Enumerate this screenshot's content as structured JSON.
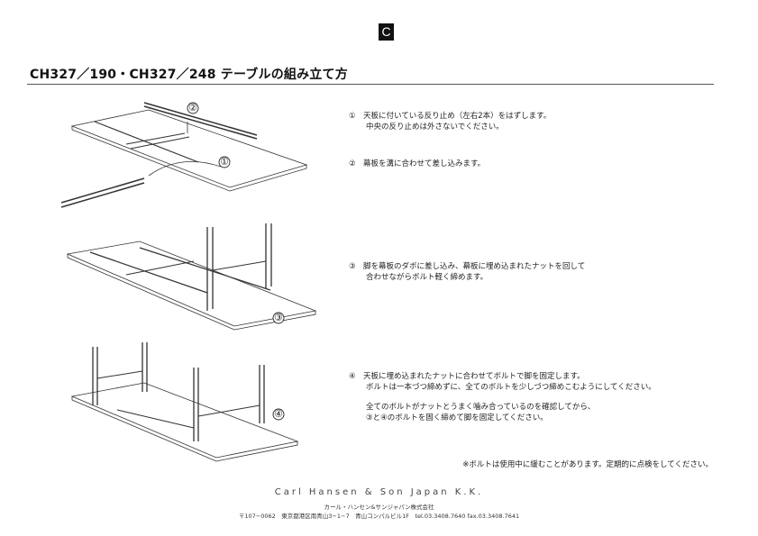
{
  "logo": {
    "letter": "C"
  },
  "title": "CH327／190・CH327／248  テーブルの組み立て方",
  "steps": [
    {
      "number": "①",
      "lines": [
        "天板に付いている反り止め（左右2本）をはずします。",
        "中央の反り止めは外さないでください。"
      ]
    },
    {
      "number": "②",
      "lines": [
        "幕板を溝に合わせて差し込みます。"
      ]
    },
    {
      "number": "③",
      "lines": [
        "脚を幕板のダボに差し込み、幕板に埋め込まれたナットを回して",
        "合わせながらボルト軽く締めます。"
      ]
    },
    {
      "number": "④",
      "lines": [
        "天板に埋め込まれたナットに合わせてボルトで脚を固定します。",
        "ボルトは一本づつ締めずに、全てのボルトを少しづつ締めこむようにしてください。"
      ],
      "extra_lines": [
        "全てのボルトがナットとうまく噛み合っているのを確認してから、",
        "③と④のボルトを固く締めて脚を固定してください。"
      ]
    }
  ],
  "diagram_labels": {
    "step1": "①",
    "step2": "②",
    "step3": "③",
    "step4": "④"
  },
  "note": "※ボルトは使用中に緩むことがあります。定期的に点検をしてください。",
  "footer": {
    "company": "Carl Hansen & Son Japan K.K.",
    "company_jp": "カール・ハンセン&サンジャパン株式会社",
    "address": "〒107−0062　東京都港区南青山3−1−7　青山コンパルビル1F　tel.03.3408.7640  fax.03.3408.7641"
  }
}
